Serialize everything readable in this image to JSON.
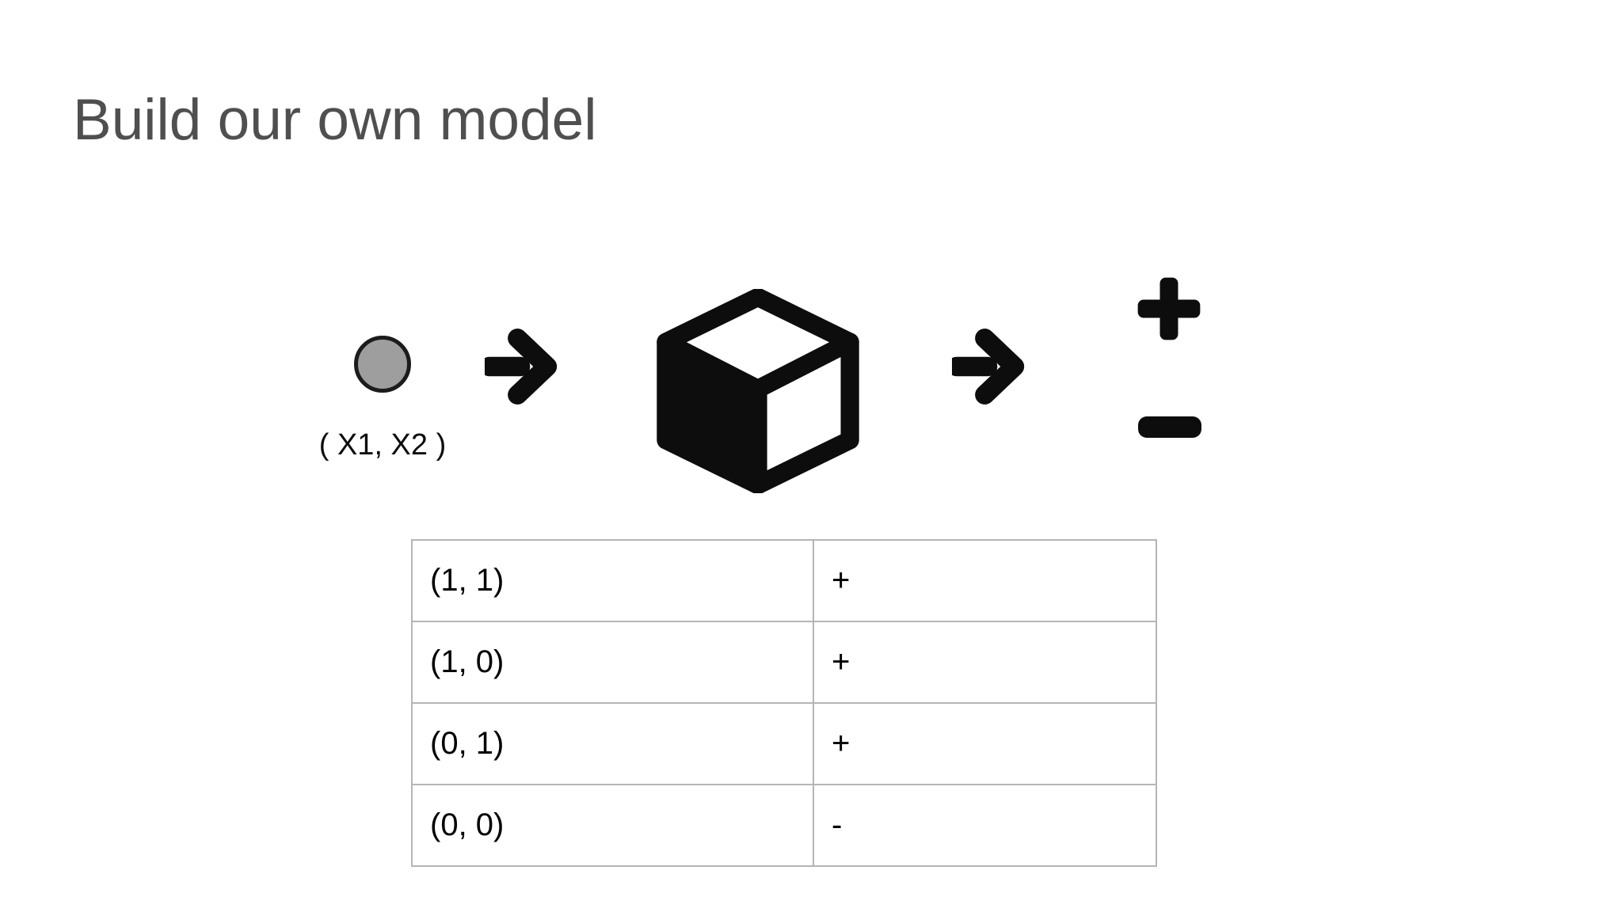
{
  "slide": {
    "title": "Build our own model"
  },
  "colors": {
    "background": "#ffffff",
    "title_text": "#4f4f4f",
    "icon_black": "#0d0d0d",
    "circle_fill": "#9e9e9e",
    "circle_border": "#1c1c1c",
    "table_border": "#b5b5b5",
    "table_text": "#000000"
  },
  "diagram": {
    "input": {
      "icon": "circle-icon",
      "label": "( X1, X2 )"
    },
    "arrow_icon": "arrow-right-icon",
    "model_icon": "cube-icon",
    "output": {
      "plus_icon": "plus-icon",
      "minus_icon": "minus-icon",
      "positive_symbol": "+",
      "negative_symbol": "-"
    }
  },
  "table": {
    "rows": [
      {
        "input": "(1, 1)",
        "output": "+"
      },
      {
        "input": "(1, 0)",
        "output": "+"
      },
      {
        "input": "(0, 1)",
        "output": "+"
      },
      {
        "input": "(0, 0)",
        "output": "-"
      }
    ]
  }
}
